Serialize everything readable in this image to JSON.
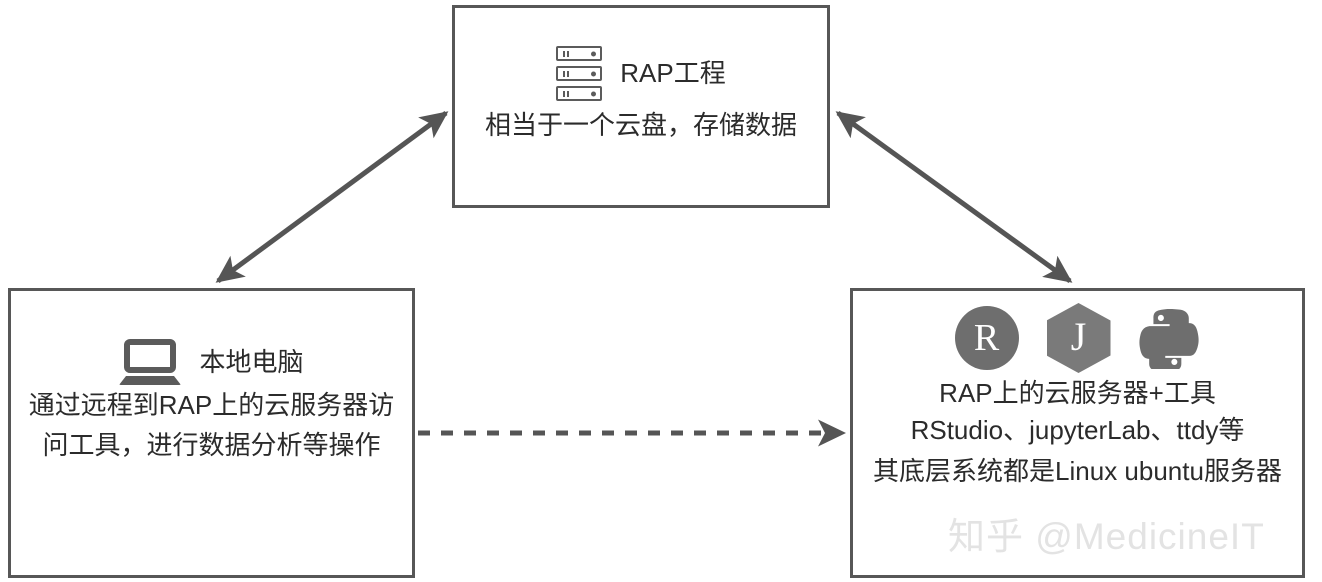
{
  "diagram": {
    "nodes": {
      "rap_project": {
        "icon": "server-stack-icon",
        "title": "RAP工程",
        "lines": [
          "相当于一个云盘，存储数据"
        ]
      },
      "local_computer": {
        "icon": "laptop-icon",
        "title": "本地电脑",
        "lines": [
          "通过远程到RAP上的云服务器访",
          "问工具，进行数据分析等操作"
        ]
      },
      "cloud_server": {
        "icons": [
          "r-logo-icon",
          "jupyter-logo-icon",
          "python-logo-icon"
        ],
        "icon_labels": [
          "R",
          "J",
          ""
        ],
        "title": "RAP上的云服务器+工具",
        "lines": [
          "RStudio、jupyterLab、ttdy等",
          "其底层系统都是Linux ubuntu服务器"
        ]
      }
    },
    "connectors": [
      {
        "name": "local-to-rap",
        "style": "solid",
        "heads": "both"
      },
      {
        "name": "rap-to-cloud",
        "style": "solid",
        "heads": "both"
      },
      {
        "name": "local-to-cloud",
        "style": "dashed",
        "heads": "end"
      }
    ],
    "watermark": "知乎 @MedicineIT",
    "colors": {
      "box_border": "#575757",
      "text": "#2b2b2b",
      "arrow": "#555555",
      "icon_gray": "#5b5b5b",
      "logo_gray": "#6e6e6e",
      "watermark": "#e3e3e3",
      "background": "#ffffff"
    }
  }
}
